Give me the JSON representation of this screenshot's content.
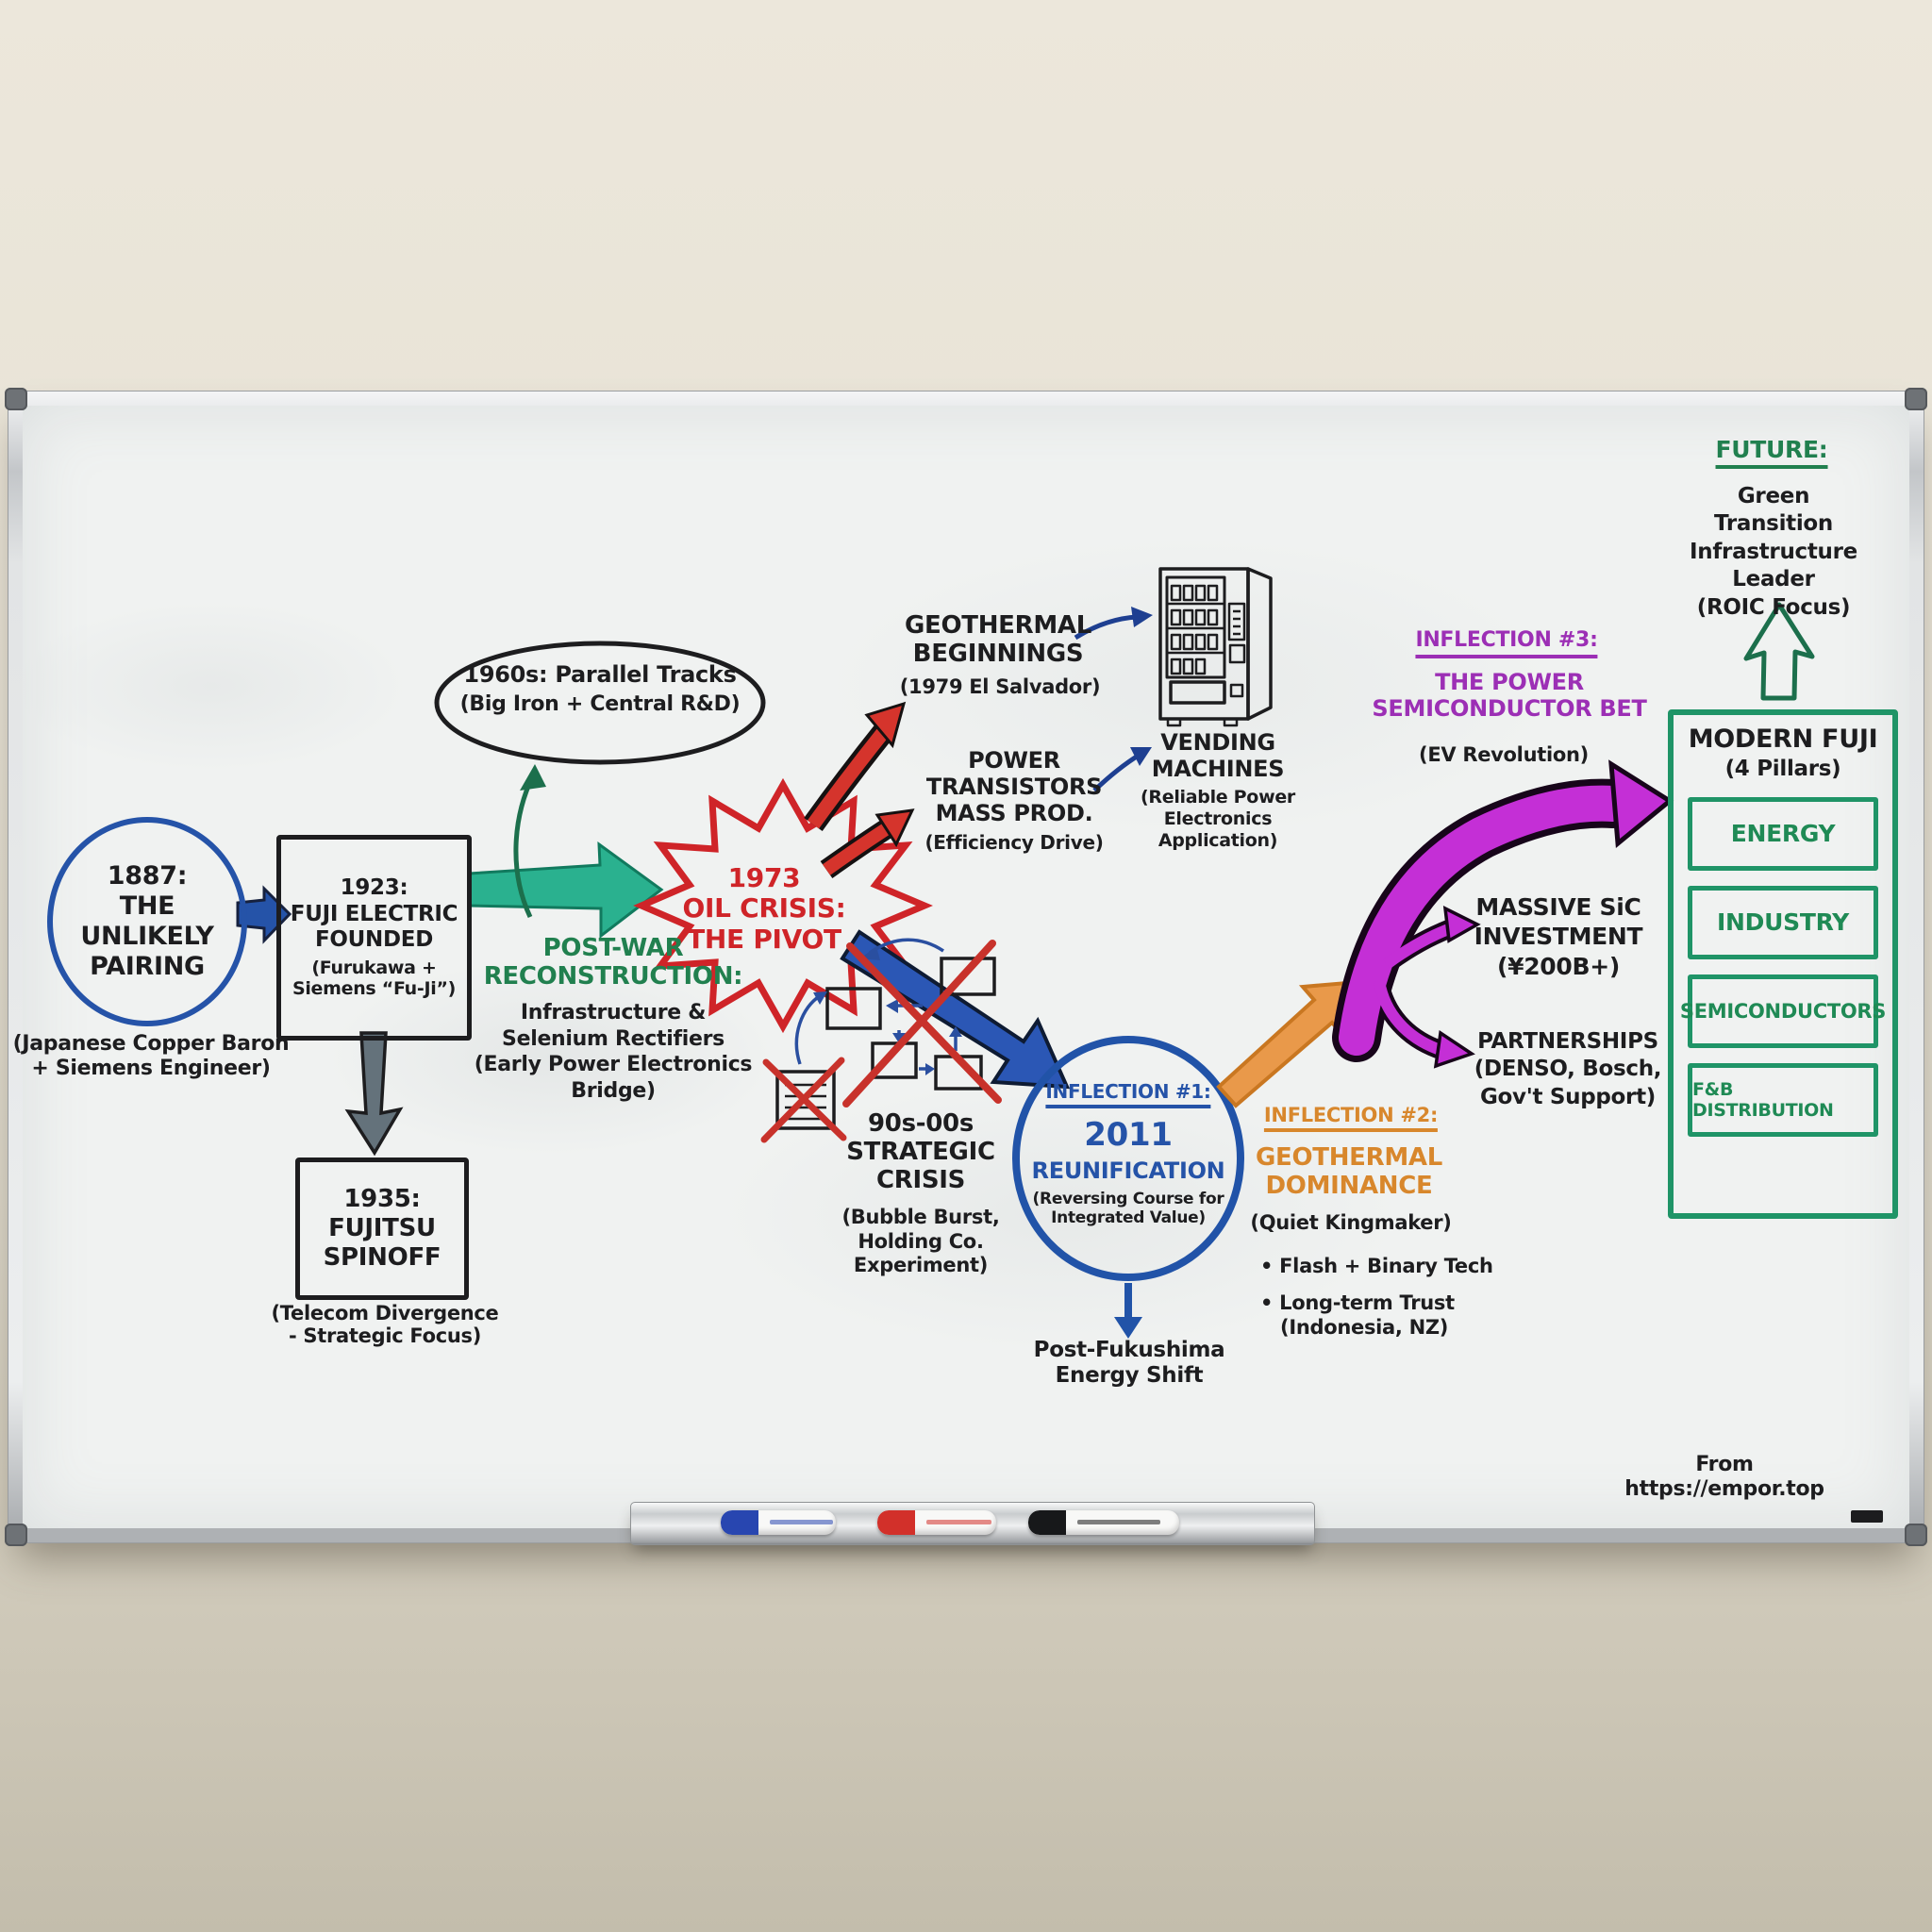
{
  "colors": {
    "blue_marker": "#2553a8",
    "red_marker": "#cf2428",
    "teal_arrow": "#2ab18f",
    "green_marker": "#21804f",
    "pillar_green": "#1f9467",
    "orange_marker": "#d8872c",
    "purple_marker": "#9c2fb5",
    "magenta_arrow": "#c42fd6",
    "gray_arrow": "#64727b",
    "ink": "#1d1d1f"
  },
  "source_note": "From https://empor.top",
  "nodes": {
    "pairing1887": {
      "label": "1887:\nTHE\nUNLIKELY\nPAIRING",
      "caption": "(Japanese Copper Baron\n+ Siemens Engineer)"
    },
    "founded1923": {
      "title": "1923:\nFUJI ELECTRIC\nFOUNDED",
      "sub": "(Furukawa +\nSiemens “Fu-Ji”)"
    },
    "fujitsu1935": {
      "title": "1935:\nFUJITSU\nSPINOFF",
      "caption": "(Telecom Divergence\n- Strategic Focus)"
    },
    "parallel1960s": {
      "title": "1960s: Parallel Tracks",
      "sub": "(Big Iron + Central R&D)"
    },
    "postwar": {
      "heading": "POST-WAR\nRECONSTRUCTION:",
      "body": "Infrastructure &\nSelenium Rectifiers\n(Early Power Electronics\nBridge)"
    },
    "oilCrisis1973": {
      "label": "1973\nOIL CRISIS:\nTHE PIVOT"
    },
    "geothermal": {
      "title": "GEOTHERMAL\nBEGINNINGS",
      "sub": "(1979 El Salvador)"
    },
    "transistors": {
      "title": "POWER\nTRANSISTORS\nMASS PROD.",
      "sub": "(Efficiency Drive)"
    },
    "vending": {
      "title": "VENDING\nMACHINES",
      "sub": "(Reliable Power\nElectronics\nApplication)"
    },
    "crisis90s": {
      "title": "90s-00s\nSTRATEGIC\nCRISIS",
      "sub": "(Bubble Burst,\nHolding Co.\nExperiment)"
    },
    "inflection1": {
      "label": "INFLECTION #1:",
      "year": "2011",
      "name": "REUNIFICATION",
      "sub": "(Reversing Course for\nIntegrated Value)",
      "after": "Post-Fukushima\nEnergy Shift"
    },
    "inflection2": {
      "label": "INFLECTION #2:",
      "name": "GEOTHERMAL\nDOMINANCE",
      "sub": "(Quiet Kingmaker)",
      "bullets": [
        "• Flash + Binary Tech",
        "• Long-term Trust\n   (Indonesia, NZ)"
      ]
    },
    "inflection3": {
      "label": "INFLECTION #3:",
      "name": "THE POWER\nSEMICONDUCTOR BET",
      "sub": "(EV Revolution)"
    },
    "sic": {
      "label": "MASSIVE SiC\nINVESTMENT\n(¥200B+)"
    },
    "partnerships": {
      "label": "PARTNERSHIPS\n(DENSO, Bosch,\nGov't Support)"
    },
    "future": {
      "label": "FUTURE:",
      "body": "Green Transition\nInfrastructure Leader\n(ROIC Focus)"
    },
    "modernFuji": {
      "title": "MODERN FUJI",
      "sub": "(4 Pillars)",
      "pillars": [
        "ENERGY",
        "INDUSTRY",
        "SEMICONDUCTORS",
        "F&B DISTRIBUTION"
      ]
    }
  }
}
